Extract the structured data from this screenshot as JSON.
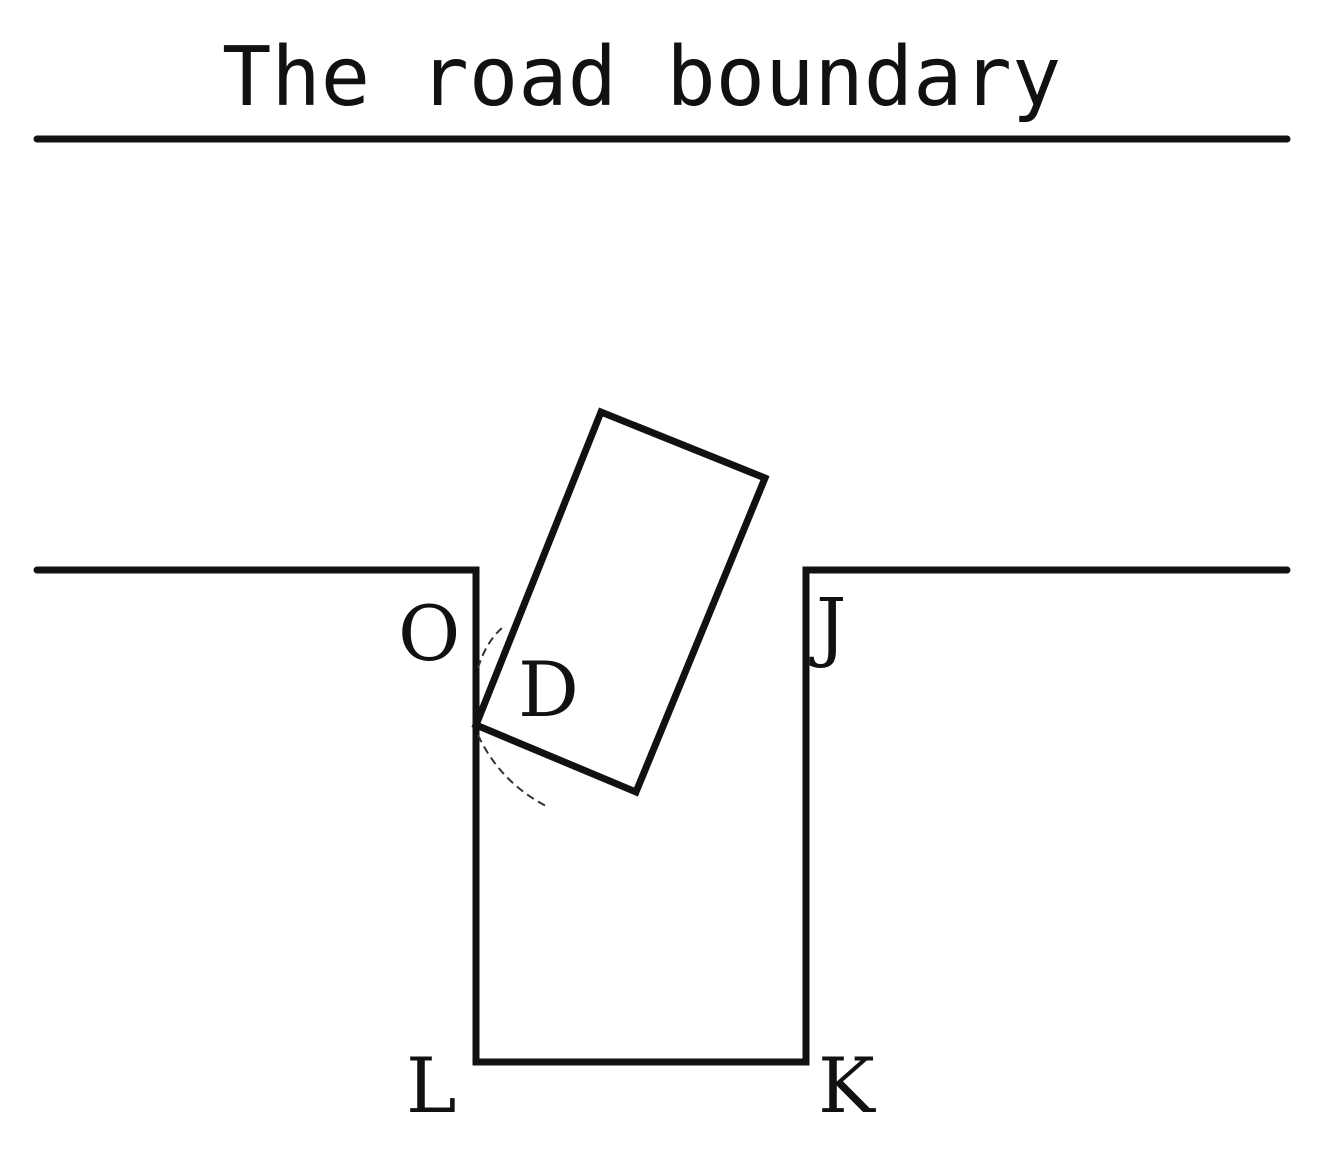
{
  "title": "The road boundary",
  "labels": {
    "O": "O",
    "D": "D",
    "J": "J",
    "L": "L",
    "K": "K"
  },
  "colors": {
    "stroke": "#111111",
    "background": "#ffffff"
  }
}
